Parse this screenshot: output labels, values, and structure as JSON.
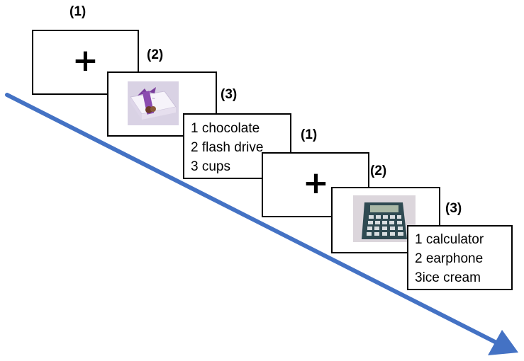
{
  "trial_1": {
    "fixation": {
      "step_label": "(1)",
      "symbol": "+"
    },
    "image": {
      "step_label": "(2)",
      "subject": "chocolate box"
    },
    "choices": {
      "step_label": "(3)",
      "options": [
        "1 chocolate",
        "2 flash drive",
        "3 cups"
      ]
    }
  },
  "trial_2": {
    "fixation": {
      "step_label": "(1)",
      "symbol": "+"
    },
    "image": {
      "step_label": "(2)",
      "subject": "calculator"
    },
    "choices": {
      "step_label": "(3)",
      "options": [
        "1 calculator",
        "2 earphone",
        "3ice cream"
      ]
    }
  },
  "colors": {
    "arrow": "#4472C4",
    "frame_border": "#000000"
  }
}
